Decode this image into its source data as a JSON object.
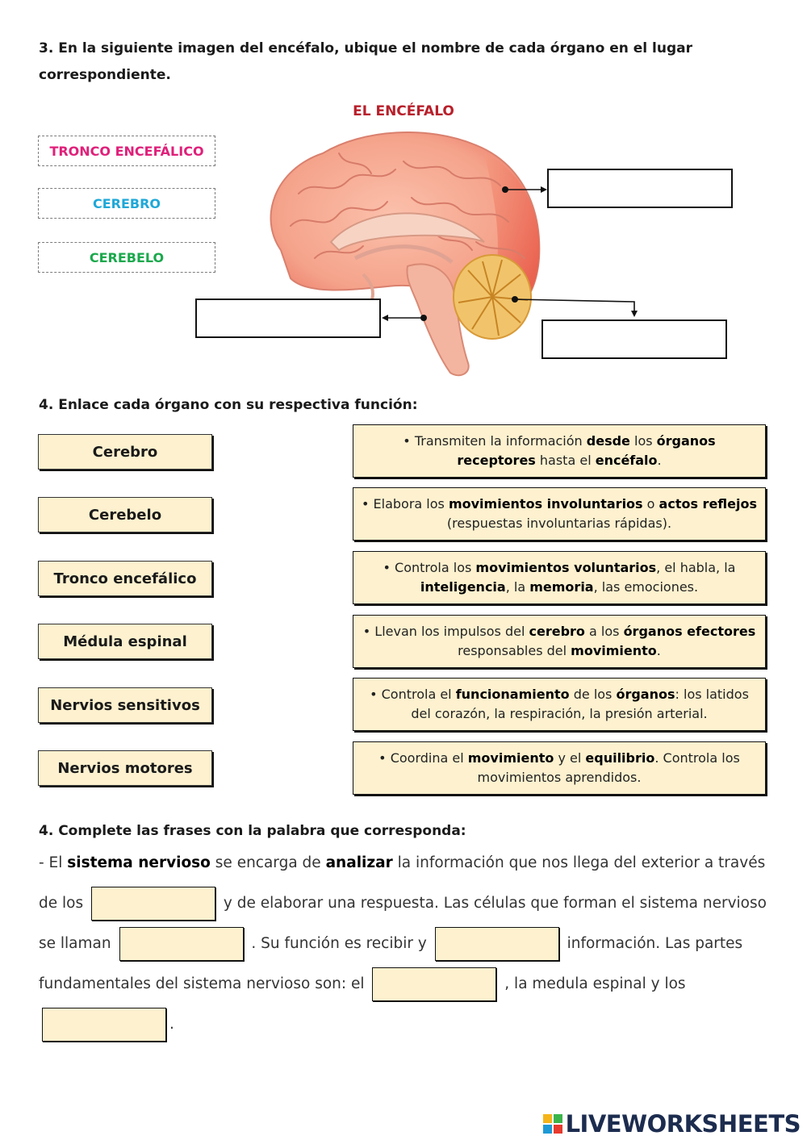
{
  "question3": {
    "line1": "3. En la siguiente imagen del encéfalo, ubique el nombre de cada órgano en el lugar",
    "line2": "correspondiente."
  },
  "brain_title": "EL ENCÉFALO",
  "label_options": [
    {
      "text": "TRONCO ENCEFÁLICO",
      "color": "#e0207a"
    },
    {
      "text": "CEREBRO",
      "color": "#1fa8d8"
    },
    {
      "text": "CEREBELO",
      "color": "#1aa84c"
    }
  ],
  "question4a": "4. Enlace cada órgano con su respectiva función:",
  "organs": [
    "Cerebro",
    "Cerebelo",
    "Tronco encefálico",
    "Médula espinal",
    "Nervios sensitivos",
    "Nervios motores"
  ],
  "functions": [
    [
      [
        "• Transmiten la información ",
        false
      ],
      [
        "desde",
        true
      ],
      [
        " los ",
        false
      ],
      [
        "órganos receptores",
        true
      ],
      [
        " hasta el ",
        false
      ],
      [
        "encéfalo",
        true
      ],
      [
        ".",
        false
      ]
    ],
    [
      [
        "• Elabora los ",
        false
      ],
      [
        "movimientos involuntarios",
        true
      ],
      [
        " o ",
        false
      ],
      [
        "actos reflejos",
        true
      ],
      [
        " (respuestas involuntarias rápidas).",
        false
      ]
    ],
    [
      [
        "• Controla los ",
        false
      ],
      [
        "movimientos voluntarios",
        true
      ],
      [
        ", el habla, la ",
        false
      ],
      [
        "inteligencia",
        true
      ],
      [
        ", la ",
        false
      ],
      [
        "memoria",
        true
      ],
      [
        ", las emociones.",
        false
      ]
    ],
    [
      [
        "• Llevan los impulsos del ",
        false
      ],
      [
        "cerebro",
        true
      ],
      [
        " a los ",
        false
      ],
      [
        "órganos efectores",
        true
      ],
      [
        " responsables del ",
        false
      ],
      [
        "movimiento",
        true
      ],
      [
        ".",
        false
      ]
    ],
    [
      [
        "• Controla el ",
        false
      ],
      [
        "funcionamiento",
        true
      ],
      [
        " de los ",
        false
      ],
      [
        "órganos",
        true
      ],
      [
        ": los latidos del corazón, la respiración, la presión arterial.",
        false
      ]
    ],
    [
      [
        "• Coordina el ",
        false
      ],
      [
        "movimiento",
        true
      ],
      [
        " y el ",
        false
      ],
      [
        "equilibrio",
        true
      ],
      [
        ". Controla los movimientos aprendidos.",
        false
      ]
    ]
  ],
  "question4b": "4. Complete las frases con la palabra que corresponda:",
  "paragraph": {
    "p1": "- El ",
    "b1": "sistema nervioso",
    "p2": " se encarga de ",
    "b2": "analizar",
    "p3": " la información que nos llega del exterior a través de los",
    "p4": "y de elaborar una respuesta. Las células que forman el sistema nervioso se llaman",
    "p5": ". Su función es recibir y",
    "p6": "información. Las partes fundamentales del sistema nervioso son: el",
    "p7": ", la medula espinal y los",
    "p8": "."
  },
  "brand": {
    "text": "LIVEWORKSHEETS",
    "logo": "lws-logo-icon"
  }
}
